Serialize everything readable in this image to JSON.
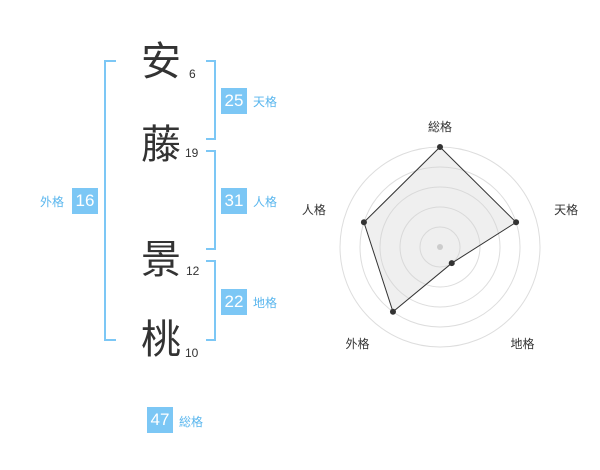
{
  "name": {
    "chars": [
      {
        "char": "安",
        "strokes": "6"
      },
      {
        "char": "藤",
        "strokes": "19"
      },
      {
        "char": "景",
        "strokes": "12"
      },
      {
        "char": "桃",
        "strokes": "10"
      }
    ]
  },
  "kaku": {
    "tenkaku": {
      "value": "25",
      "label": "天格"
    },
    "jinkaku": {
      "value": "31",
      "label": "人格"
    },
    "chikaku": {
      "value": "22",
      "label": "地格"
    },
    "gaikaku": {
      "value": "16",
      "label": "外格"
    },
    "soukaku": {
      "value": "47",
      "label": "総格"
    }
  },
  "colors": {
    "accent": "#7cc7f5",
    "accent_text": "#59b6ee",
    "text": "#333333"
  },
  "chart_data": {
    "type": "radar",
    "axes": [
      "総格",
      "天格",
      "地格",
      "外格",
      "人格"
    ],
    "values": [
      5,
      4,
      1,
      4,
      4
    ],
    "rmax": 5,
    "rings": 5,
    "grid": true
  }
}
